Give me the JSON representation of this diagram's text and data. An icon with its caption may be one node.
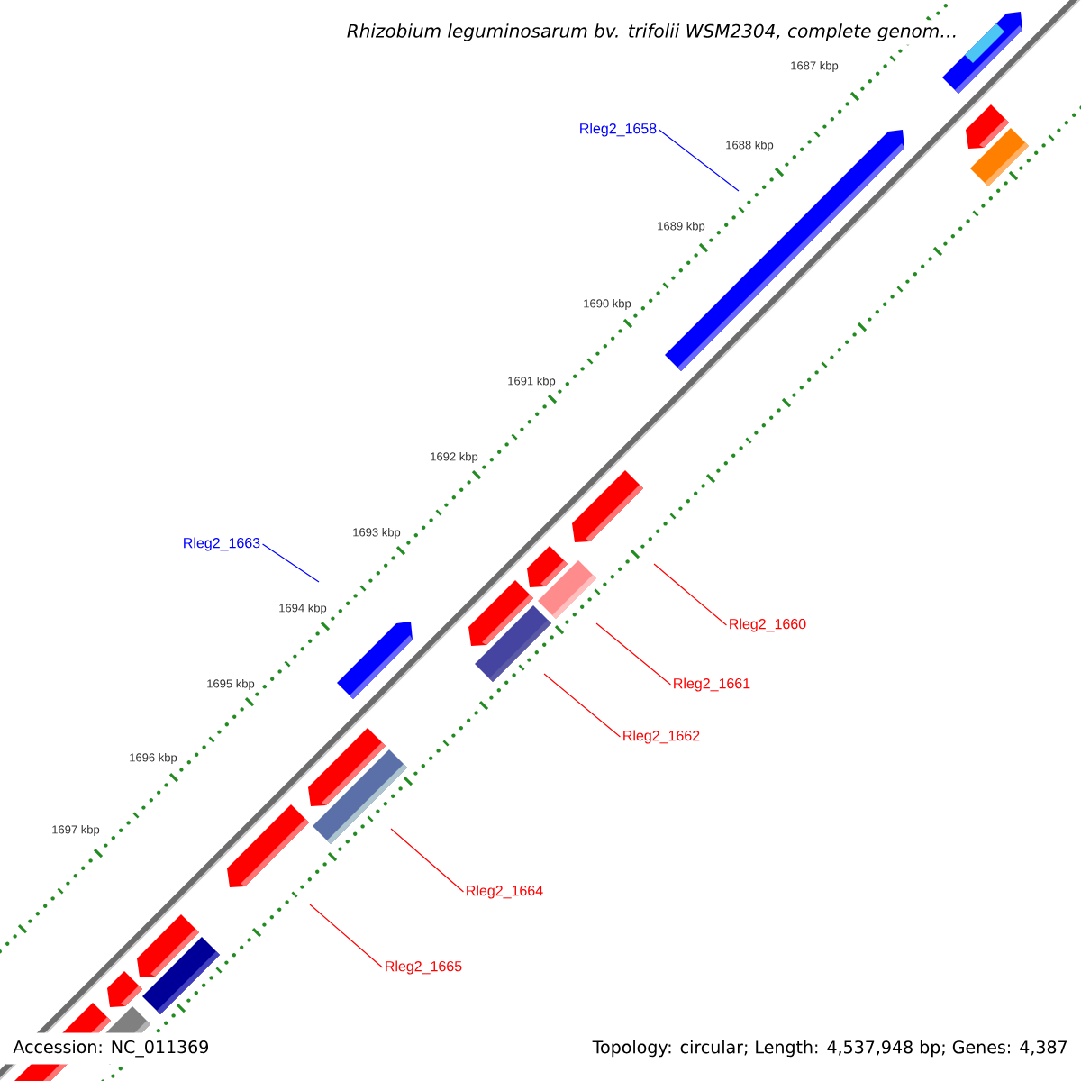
{
  "diagram": {
    "title": "Rhizobium leguminosarum bv. trifolii WSM2304, complete genom…",
    "nodes": [
      {
        "text": [
          "Rleg2_1658"
        ]
      },
      {
        "text": [
          "Rleg2_1663"
        ]
      },
      {
        "text": [
          "Rleg2_1660"
        ]
      },
      {
        "text": [
          "Rleg2_1661"
        ]
      },
      {
        "text": [
          "Rleg2_1662"
        ]
      },
      {
        "text": [
          "Rleg2_1664"
        ]
      },
      {
        "text": [
          "Rleg2_1665"
        ]
      }
    ],
    "edges": [
      {
        "from": 0,
        "to": null,
        "arrow": "none",
        "color": "#0000ff"
      },
      {
        "from": 1,
        "to": null,
        "arrow": "none",
        "color": "#0000ff"
      },
      {
        "from": 2,
        "to": null,
        "arrow": "none"
      },
      {
        "from": 3,
        "to": null,
        "arrow": "none"
      },
      {
        "from": 4,
        "to": null,
        "arrow": "none"
      },
      {
        "from": 5,
        "to": null,
        "arrow": "none"
      },
      {
        "from": 6,
        "to": null,
        "arrow": "none"
      }
    ],
    "labels": [
      "1687 kbp",
      "1688 kbp",
      "1689 kbp",
      "1690 kbp",
      "1691 kbp",
      "1692 kbp",
      "1693 kbp",
      "1694 kbp",
      "1695 kbp",
      "1696 kbp",
      "1697 kbp",
      "Accession: NC_011369",
      "Topology: circular; Length: 4,537,948 bp; Genes: 4,387"
    ]
  }
}
